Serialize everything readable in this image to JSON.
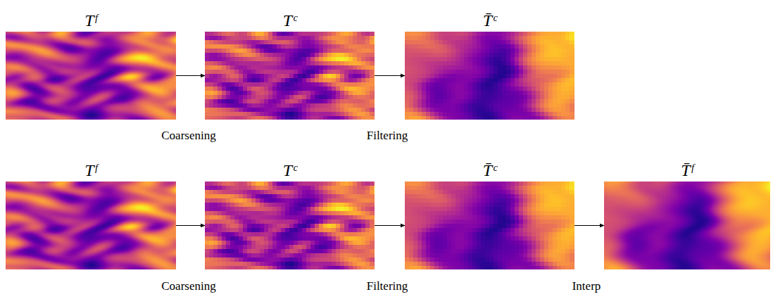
{
  "diagram": {
    "nodes": [
      {
        "text": [
          "Tᶠ"
        ]
      },
      {
        "text": [
          "Tᶜ"
        ]
      },
      {
        "text": [
          "T̄ᶜ"
        ]
      },
      {
        "text": [
          "Tᶠ"
        ]
      },
      {
        "text": [
          "Tᶜ"
        ]
      },
      {
        "text": [
          "T̄ᶜ"
        ]
      },
      {
        "text": [
          "T̄ᶠ"
        ]
      }
    ],
    "edges": [
      {
        "from": 0,
        "to": 1,
        "arrow": "to",
        "label": "Coarsening"
      },
      {
        "from": 1,
        "to": 2,
        "arrow": "to",
        "label": "Filtering"
      },
      {
        "from": 3,
        "to": 4,
        "arrow": "to",
        "label": "Coarsening"
      },
      {
        "from": 4,
        "to": 5,
        "arrow": "to",
        "label": "Filtering"
      },
      {
        "from": 5,
        "to": 6,
        "arrow": "to",
        "label": "Interp"
      }
    ]
  }
}
